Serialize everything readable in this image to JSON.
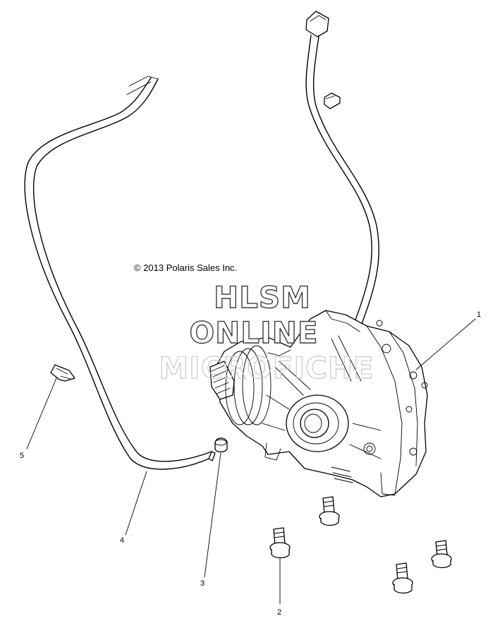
{
  "copyright": "© 2013 Polaris Sales Inc.",
  "watermark": {
    "line1": "HLSM",
    "line2": "ONLINE",
    "line3": "MICROFICHE"
  },
  "callouts": [
    "1",
    "2",
    "3",
    "4",
    "5"
  ]
}
